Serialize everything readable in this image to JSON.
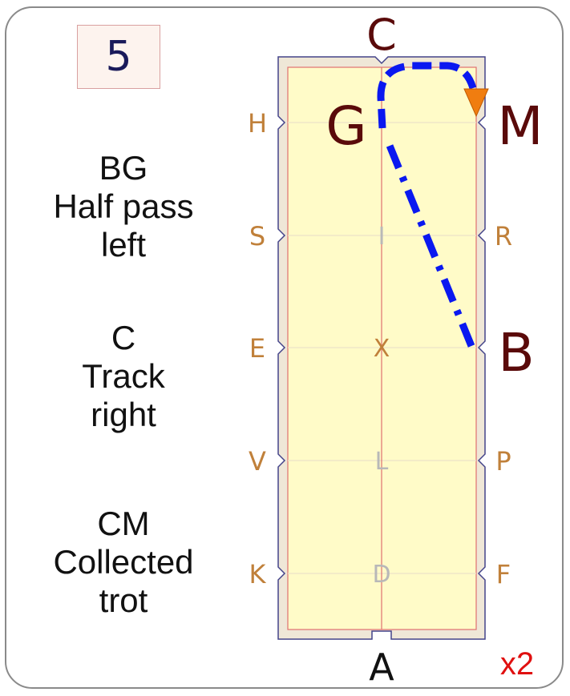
{
  "movement_number": "5",
  "instructions": [
    {
      "lines": [
        "BG",
        "Half pass",
        "left"
      ]
    },
    {
      "lines": [
        "C",
        "Track",
        "right"
      ]
    },
    {
      "lines": [
        "CM",
        "Collected",
        "trot"
      ]
    }
  ],
  "arena": {
    "end_letters": {
      "top": "C",
      "bottom": "A"
    },
    "left_letters": [
      "H",
      "S",
      "E",
      "V",
      "K"
    ],
    "right_letters": [
      "M",
      "R",
      "B",
      "P",
      "F"
    ],
    "centerline_letters": [
      "G",
      "I",
      "X",
      "L",
      "D"
    ],
    "highlighted_letters": [
      "G",
      "M",
      "B"
    ],
    "repeat": "x2"
  },
  "colors": {
    "arena_fill": "#fffbc8",
    "arena_border": "#c8beb0",
    "centerline": "#e07070",
    "letter_orange": "#c0803a",
    "letter_dark": "#5a0a0a",
    "path_blue": "#0a18f0",
    "start_marker": "#f07d10",
    "repeat_red": "#e01010"
  }
}
